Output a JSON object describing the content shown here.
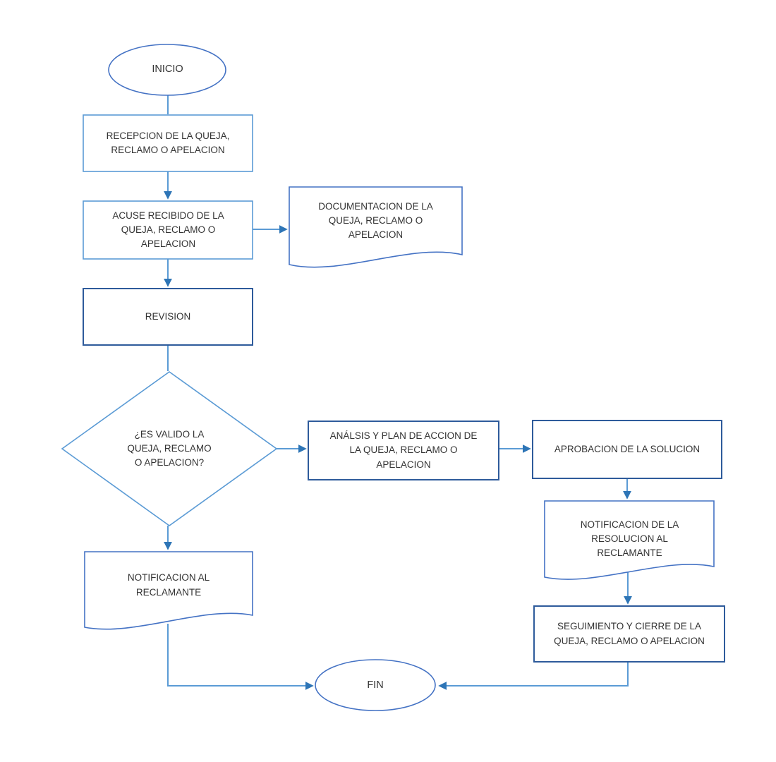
{
  "palette": {
    "line": "#5B9BD5",
    "arrowhead": "#2E75B6",
    "border_light": "#5B9BD5",
    "border_medium": "#4472C4",
    "border_dark": "#2E5B9B",
    "text": "#333333"
  },
  "nodes": {
    "inicio": {
      "type": "terminator",
      "label": "INICIO"
    },
    "recepcion": {
      "type": "process",
      "label": "RECEPCION DE LA QUEJA, RECLAMO O APELACION"
    },
    "acuse": {
      "type": "process",
      "label": "ACUSE RECIBIDO DE LA QUEJA, RECLAMO O APELACION"
    },
    "documentacion": {
      "type": "document",
      "label": "DOCUMENTACION DE LA QUEJA, RECLAMO O APELACION"
    },
    "revision": {
      "type": "process",
      "label": "REVISION"
    },
    "decision": {
      "type": "decision",
      "label": "¿ES VALIDO LA QUEJA, RECLAMO O APELACION?"
    },
    "analisis": {
      "type": "process",
      "label": "ANÁLSIS Y PLAN DE ACCION DE LA QUEJA, RECLAMO O APELACION"
    },
    "aprobacion": {
      "type": "process",
      "label": "APROBACION DE LA SOLUCION"
    },
    "notificacion_resolucion": {
      "type": "document",
      "label": "NOTIFICACION DE LA RESOLUCION AL RECLAMANTE"
    },
    "seguimiento": {
      "type": "process",
      "label": "SEGUIMIENTO Y CIERRE DE LA QUEJA, RECLAMO O APELACION"
    },
    "notificacion_reclamante": {
      "type": "document",
      "label": "NOTIFICACION AL RECLAMANTE"
    },
    "fin": {
      "type": "terminator",
      "label": "FIN"
    }
  },
  "edges": [
    {
      "from": "inicio",
      "to": "recepcion",
      "arrow": false
    },
    {
      "from": "recepcion",
      "to": "acuse",
      "arrow": true
    },
    {
      "from": "acuse",
      "to": "documentacion",
      "arrow": true
    },
    {
      "from": "acuse",
      "to": "revision",
      "arrow": true
    },
    {
      "from": "revision",
      "to": "decision",
      "arrow": false
    },
    {
      "from": "decision",
      "to": "analisis",
      "arrow": true
    },
    {
      "from": "analisis",
      "to": "aprobacion",
      "arrow": true
    },
    {
      "from": "aprobacion",
      "to": "notificacion_resolucion",
      "arrow": true
    },
    {
      "from": "notificacion_resolucion",
      "to": "seguimiento",
      "arrow": true
    },
    {
      "from": "seguimiento",
      "to": "fin",
      "arrow": true
    },
    {
      "from": "decision",
      "to": "notificacion_reclamante",
      "arrow": true
    },
    {
      "from": "notificacion_reclamante",
      "to": "fin",
      "arrow": true
    }
  ]
}
